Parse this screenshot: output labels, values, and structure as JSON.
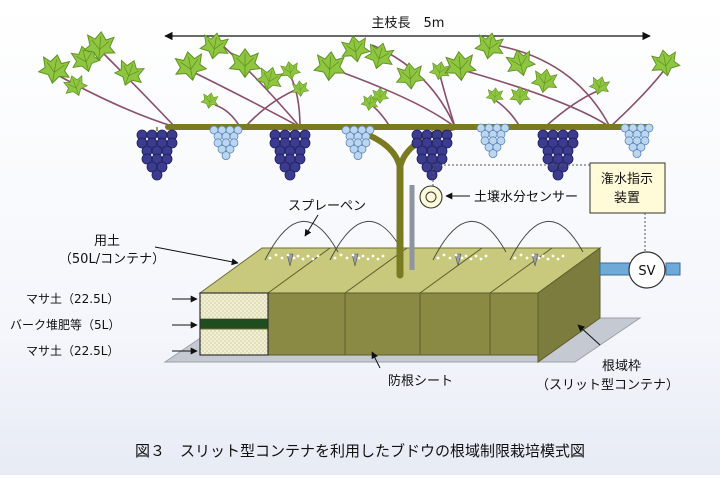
{
  "main_stem_label": "主枝長　5m",
  "sensor_label": "土壌水分センサー",
  "irrigation_box": {
    "line1": "潅水指示",
    "line2": "装置"
  },
  "valve_label": "SV",
  "sprayer_label": "スプレーペン",
  "soil_label": {
    "line1": "用土",
    "line2": "（50L/コンテナ）"
  },
  "layers": {
    "top": "マサ土（22.5L）",
    "middle": "バーク堆肥等（5L）",
    "bottom": "マサ土（22.5L）"
  },
  "root_sheet_label": "防根シート",
  "root_frame_label": {
    "line1": "根域枠",
    "line2": "（スリット型コンテナ）"
  },
  "caption": "図３　スリット型コンテナを利用したブドウの根域制限栽培模式図",
  "colors": {
    "leaf": "#8fc63f",
    "leaf_dark": "#5e8f22",
    "vine": "#7a7a20",
    "grape_dark": "#3b3b8f",
    "grape_light": "#bcd6f0",
    "container_top": "#c9c97e",
    "container_side": "#7c7c3e",
    "container_front": "#8a8a45",
    "bark_layer": "#1f4d1f",
    "masa_soil": "#f1efd2",
    "indicator_box": "#fffbd9",
    "pipe": "#6fa9d8"
  }
}
